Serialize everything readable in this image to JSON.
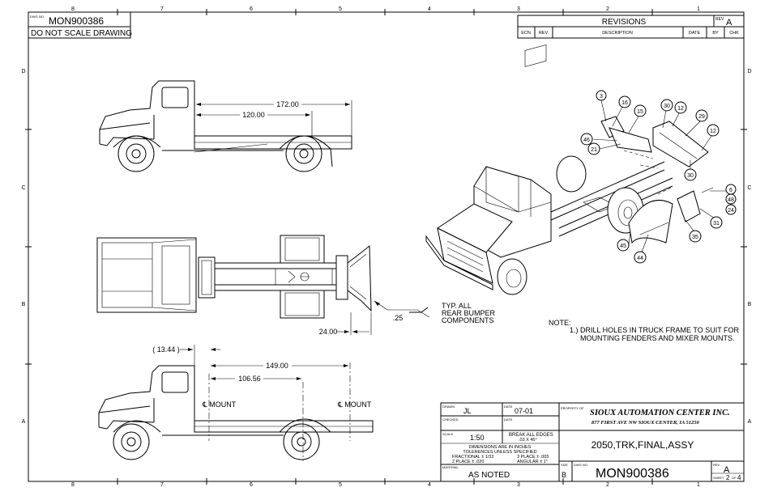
{
  "drawing_number_box": {
    "label": "DWG NO.",
    "value": "MON900386"
  },
  "scale_warning": "DO NOT SCALE DRAWING",
  "zone_columns": [
    "8",
    "7",
    "6",
    "5",
    "4",
    "3",
    "2",
    "1"
  ],
  "zone_rows": [
    "D",
    "C",
    "B",
    "A"
  ],
  "revisions": {
    "title": "REVISIONS",
    "rev_label": "REV",
    "rev_value": "A",
    "columns": [
      "ECN",
      "REV.",
      "DESCRIPTION",
      "DATE",
      "BY",
      "CHK"
    ]
  },
  "dimensions": {
    "side_top_overall": "172.00",
    "side_top_bed": "120.00",
    "plan_width": "24.00",
    "bumper_callout": ".25",
    "bottom_front_offset": "( 13.44 )",
    "bottom_overall": "149.00",
    "bottom_mount": "106.56",
    "mount_label_1": "℄ MOUNT",
    "mount_label_2": "℄ MOUNT"
  },
  "typ_note": [
    "TYP. ALL",
    "REAR BUMPER",
    "COMPONENTS"
  ],
  "note": {
    "heading": "NOTE:",
    "lines": [
      "1.) DRILL HOLES IN TRUCK FRAME TO SUIT FOR",
      "MOUNTING FENDERS AND MIXER MOUNTS."
    ]
  },
  "balloons": [
    "3",
    "16",
    "15",
    "30",
    "12",
    "29",
    "12",
    "46",
    "21",
    "30",
    "6",
    "48",
    "24",
    "31",
    "35",
    "45",
    "44"
  ],
  "title_block": {
    "drawn_label": "DRAWN",
    "drawn_value": "JL",
    "date_label": "DATE",
    "date_value": "07-01",
    "checked_label": "CHECKED",
    "checked_date_label": "DATE",
    "scale_label": "SCALE",
    "scale_value": "1:50",
    "edges_note": [
      "BREAK ALL EDGES",
      ".03 X 45°"
    ],
    "tolerances": [
      "DIMENSIONS ARE IN INCHES",
      "TOLERENCES UNLESS SPECIFIED",
      "FRACTIONAL ± 1/32",
      "2 PLACE ± .020",
      "3 PLACE ± .005",
      "ANGULAR ± 1°"
    ],
    "material_label": "MATERIAL",
    "material_value": "AS NOTED",
    "property_label": "PROPERTY OF",
    "company_name": "SIOUX AUTOMATION CENTER INC.",
    "company_address": "877 FIRST AVE NW   SIOUX CENTER, IA   51250",
    "drawing_title": "2050,TRK,FINAL,ASSY",
    "size_label": "SIZE",
    "size_value": "B",
    "dwg_no_label": "DWG NO.",
    "dwg_no_value": "MON900386",
    "rev_label": "REV",
    "rev_value": "A",
    "sheet_label": "SHEET",
    "sheet_value": "2",
    "of_label": "OF",
    "sheet_total": "4"
  }
}
